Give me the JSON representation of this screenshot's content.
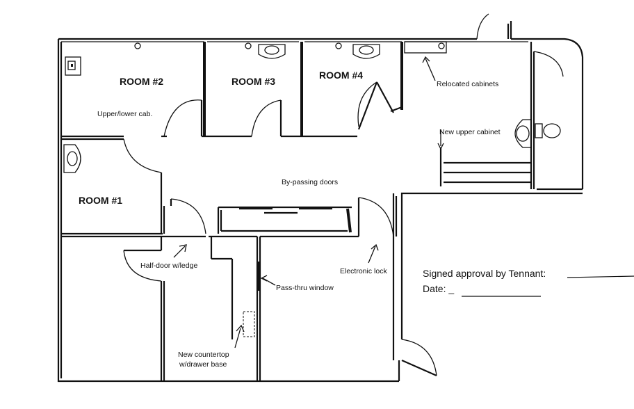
{
  "rooms": {
    "room2": "ROOM #2",
    "room3": "ROOM #3",
    "room4": "ROOM #4",
    "room1": "ROOM #1"
  },
  "notes": {
    "upper_lower_cab": "Upper/lower cab.",
    "relocated_cabinets": "Relocated cabinets",
    "new_upper_cabinet": "New upper cabinet",
    "by_passing_doors": "By-passing doors",
    "half_door": "Half-door w/ledge",
    "electronic_lock": "Electronic lock",
    "pass_thru_window": "Pass-thru window",
    "new_countertop_1": "New countertop",
    "new_countertop_2": "w/drawer base"
  },
  "signature": {
    "approval_label": "Signed approval by Tennant:",
    "date_label": "Date: _"
  }
}
